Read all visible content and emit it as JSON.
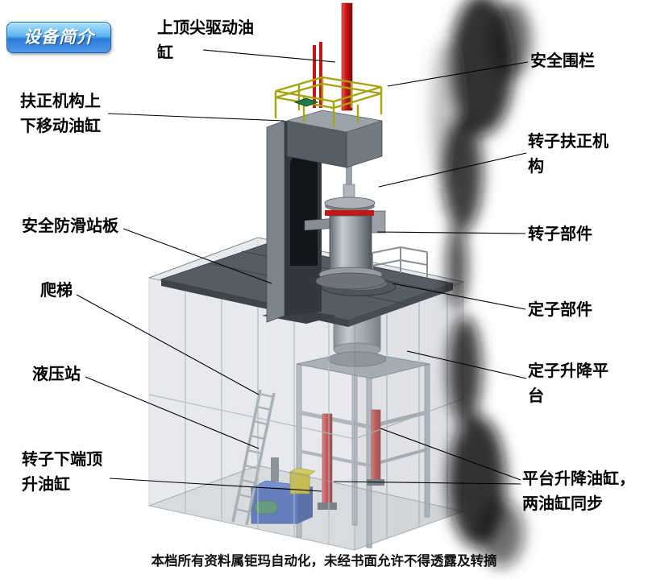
{
  "slide": {
    "title_badge": "设备简介",
    "footer": "本档所有资料属钜玛自动化，未经书面允许不得透露及转摘"
  },
  "labels": [
    {
      "name": "label-top-center-drive-cylinder",
      "text": "上顶尖驱动油缸"
    },
    {
      "name": "label-safety-fence",
      "text": "安全围栏"
    },
    {
      "name": "label-centering-updown-cylinder",
      "text": "扶正机构上下移动油缸"
    },
    {
      "name": "label-rotor-centering-mechanism",
      "text": "转子扶正机构"
    },
    {
      "name": "label-antislip-platform",
      "text": "安全防滑站板"
    },
    {
      "name": "label-rotor-part",
      "text": "转子部件"
    },
    {
      "name": "label-ladder",
      "text": "爬梯"
    },
    {
      "name": "label-stator-part",
      "text": "定子部件"
    },
    {
      "name": "label-hydraulic-station",
      "text": "液压站"
    },
    {
      "name": "label-stator-lift-platform",
      "text": "定子升降平台"
    },
    {
      "name": "label-rotor-bottom-jack-cylinder",
      "text": "转子下端顶升油缸"
    },
    {
      "name": "label-platform-lift-cylinders",
      "text": "平台升降油缸，两油缸同步"
    }
  ],
  "colors": {
    "badge_blue_top": "#a9e1fa",
    "badge_blue_bottom": "#2a7ad8",
    "cylinder_red": "#c61414",
    "railing_yellow": "#a8a410",
    "hydraulic_blue": "#2a50b4",
    "motor_green": "#2e8050",
    "platform_gray": "#565c63",
    "label_text": "#000000"
  }
}
